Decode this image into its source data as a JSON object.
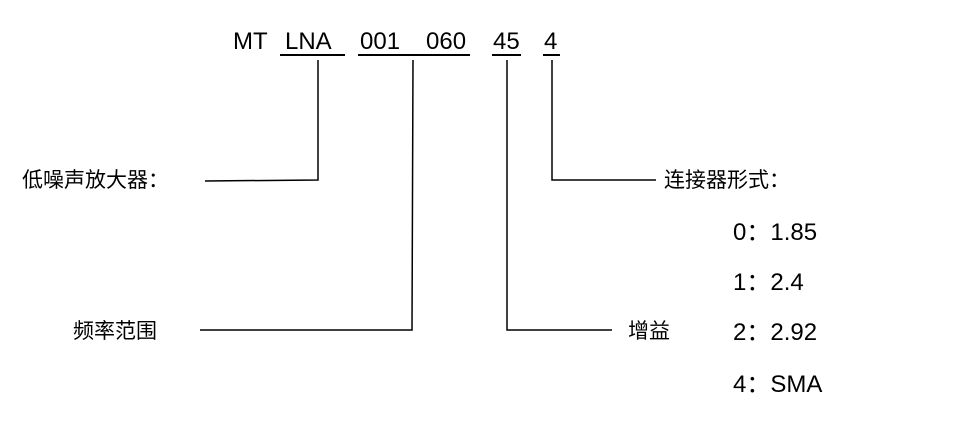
{
  "code": {
    "prefix": "MT",
    "type": "LNA",
    "freq_start": "001",
    "freq_end": "060",
    "gain": "45",
    "connector": "4"
  },
  "labels": {
    "type": "低噪声放大器：",
    "freq": "频率范围",
    "gain": "增益",
    "connector": "连接器形式："
  },
  "connector_options": [
    "0：1.85",
    "1：2.4",
    "2：2.92",
    "4：SMA"
  ]
}
